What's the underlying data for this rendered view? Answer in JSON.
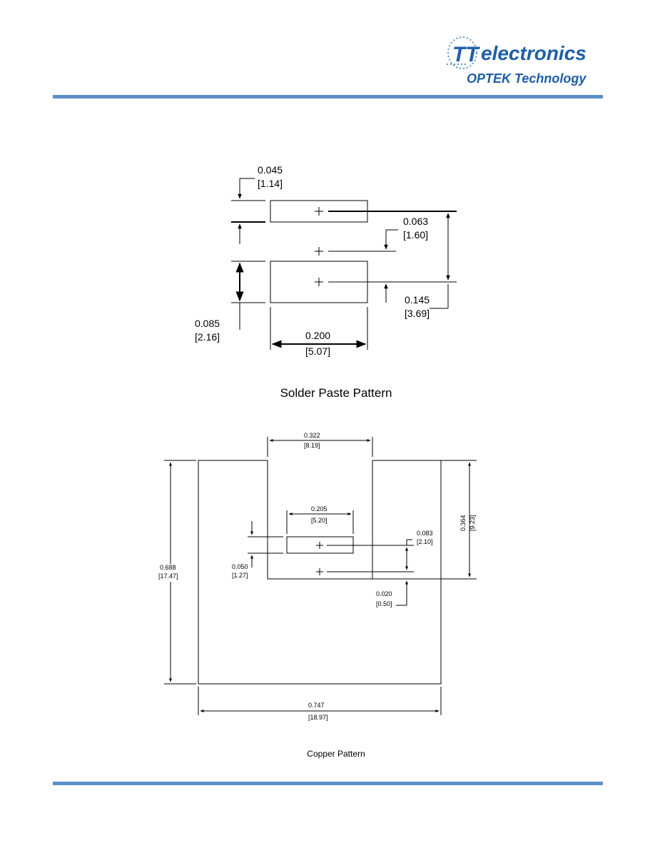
{
  "header": {
    "logo_mark": "TT",
    "brand_name": "electronics",
    "brand_sub": "OPTEK Technology",
    "rule_color": "#5b8fc7",
    "brand_color": "#1f5ea8"
  },
  "solder_paste": {
    "caption": "Solder Paste Pattern",
    "dims": {
      "d_045": "0.045",
      "d_045_mm": "[1.14]",
      "d_063": "0.063",
      "d_063_mm": "[1.60]",
      "d_145": "0.145",
      "d_145_mm": "[3.69]",
      "d_085": "0.085",
      "d_085_mm": "[2.16]",
      "d_200": "0.200",
      "d_200_mm": "[5.07]"
    }
  },
  "copper": {
    "caption": "Copper Pattern",
    "dims": {
      "d_322": "0.322",
      "d_322_mm": "[8.19]",
      "d_205": "0.205",
      "d_205_mm": "[5.20]",
      "d_083": "0.083",
      "d_083_mm": "[2.10]",
      "d_364": "0.364",
      "d_364_mm": "[9.23]",
      "d_050": "0.050",
      "d_050_mm": "[1.27]",
      "d_688": "0.688",
      "d_688_mm": "[17.47]",
      "d_020": "0.020",
      "d_020_mm": "[0.50]",
      "d_747": "0.747",
      "d_747_mm": "[18.97]"
    }
  }
}
